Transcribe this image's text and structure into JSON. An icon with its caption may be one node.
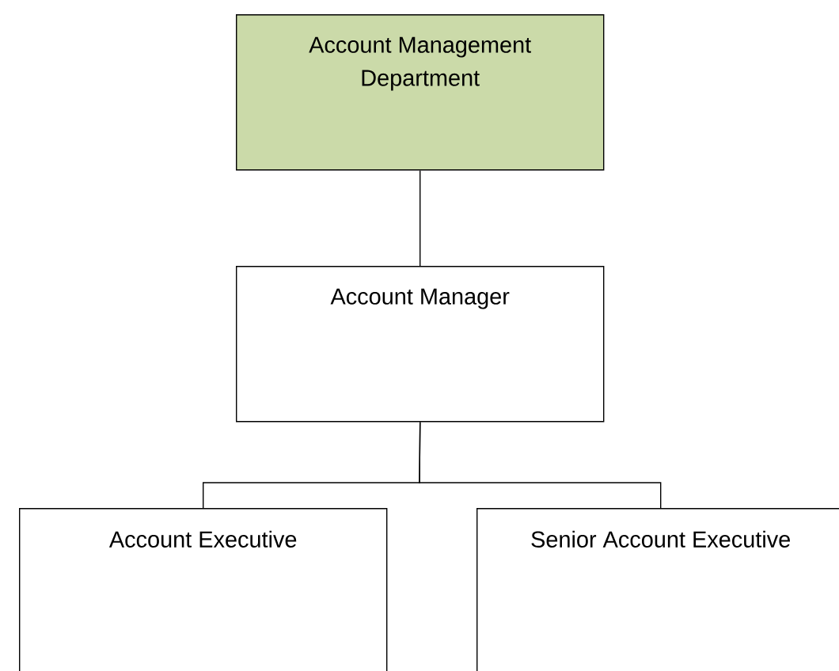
{
  "diagram": {
    "nodes": [
      {
        "text": [
          "Account Management Department"
        ]
      },
      {
        "text": [
          "Account Manager"
        ]
      },
      {
        "text": [
          "Account Executive"
        ]
      },
      {
        "text": [
          "Senior Account Executive"
        ]
      }
    ],
    "edges": [
      {
        "from": 0,
        "to": 1,
        "arrow": "none"
      },
      {
        "from": 1,
        "to": 2,
        "arrow": "none"
      },
      {
        "from": 1,
        "to": 3,
        "arrow": "none"
      }
    ]
  }
}
